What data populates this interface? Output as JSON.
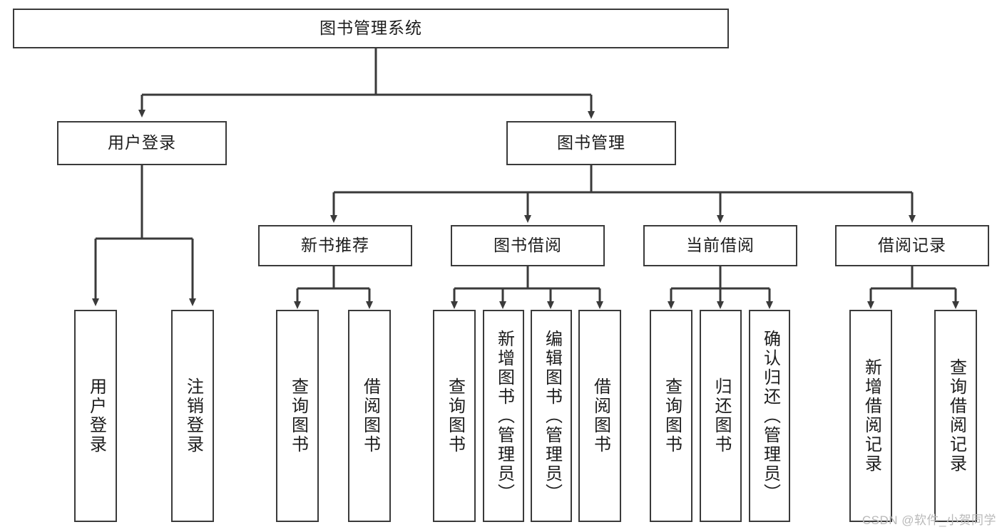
{
  "diagram": {
    "type": "tree",
    "title": "图书管理系统",
    "root": {
      "label": "图书管理系统"
    },
    "level2": [
      {
        "label": "用户登录"
      },
      {
        "label": "图书管理"
      }
    ],
    "level3": [
      {
        "label": "新书推荐"
      },
      {
        "label": "图书借阅"
      },
      {
        "label": "当前借阅"
      },
      {
        "label": "借阅记录"
      }
    ],
    "leaves": {
      "user_login": [
        {
          "label": "用户登录"
        },
        {
          "label": "注销登录"
        }
      ],
      "new_book_recommend": [
        {
          "label": "查询图书"
        },
        {
          "label": "借阅图书"
        }
      ],
      "book_borrow": [
        {
          "label": "查询图书"
        },
        {
          "label": "新增图书（管理员）"
        },
        {
          "label": "编辑图书（管理员）"
        },
        {
          "label": "借阅图书"
        }
      ],
      "current_borrow": [
        {
          "label": "查询图书"
        },
        {
          "label": "归还图书"
        },
        {
          "label": "确认归还（管理员）"
        }
      ],
      "borrow_record": [
        {
          "label": "新增借阅记录"
        },
        {
          "label": "查询借阅记录"
        }
      ]
    }
  },
  "watermark": {
    "text": "CSDN @软件_小贺同学"
  },
  "colors": {
    "stroke": "#3a3a3a",
    "text": "#1c1c1c",
    "background": "#ffffff",
    "watermark": "#b9b9b9"
  }
}
